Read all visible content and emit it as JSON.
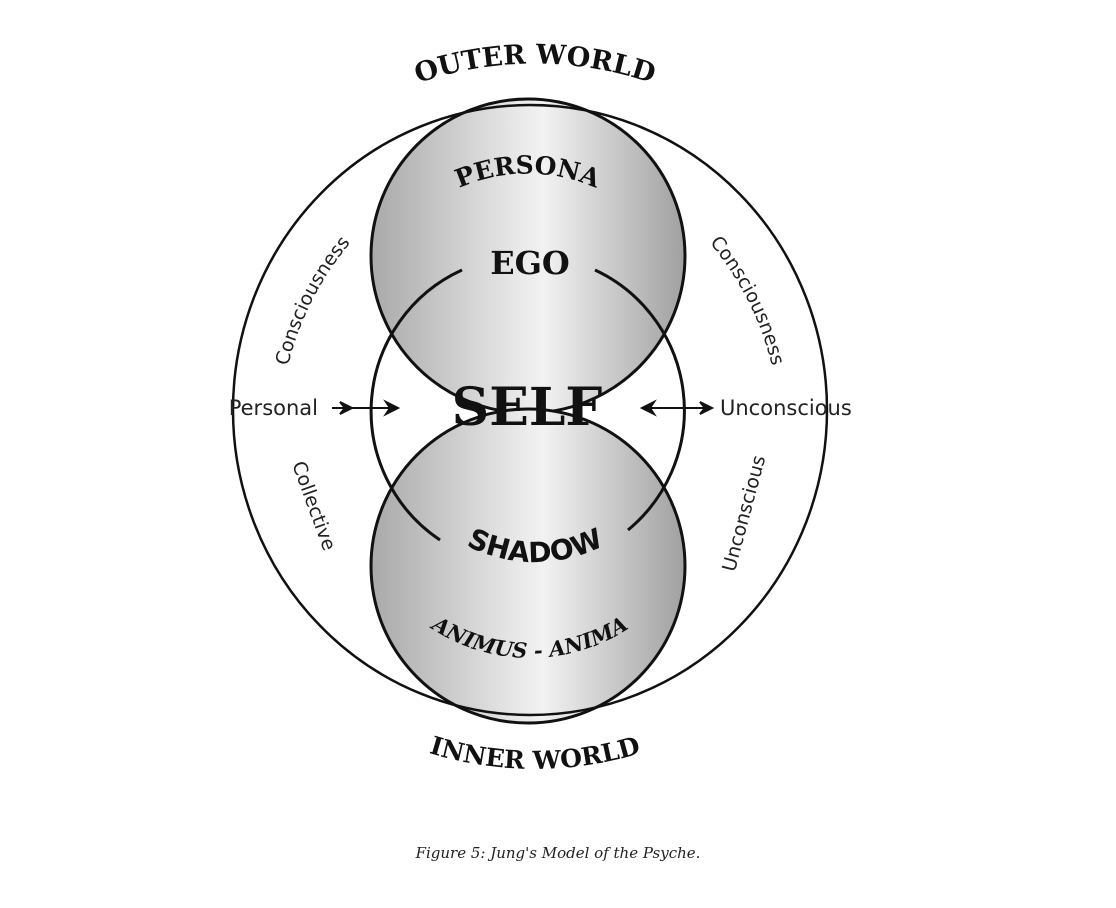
{
  "diagram": {
    "outer_world": "OUTER WORLD",
    "inner_world": "INNER WORLD",
    "persona": "PERSONA",
    "ego": "EGO",
    "self": "SELF",
    "shadow": "SHADOW",
    "animus_anima": "ANIMUS - ANIMA",
    "left_upper": "Consciousness",
    "left_lower": "Collective",
    "right_upper": "Consciousness",
    "right_lower": "Unconscious",
    "left_side": "Personal",
    "right_side": "Unconscious"
  },
  "caption": "Figure 5: Jung's Model of the Psyche."
}
